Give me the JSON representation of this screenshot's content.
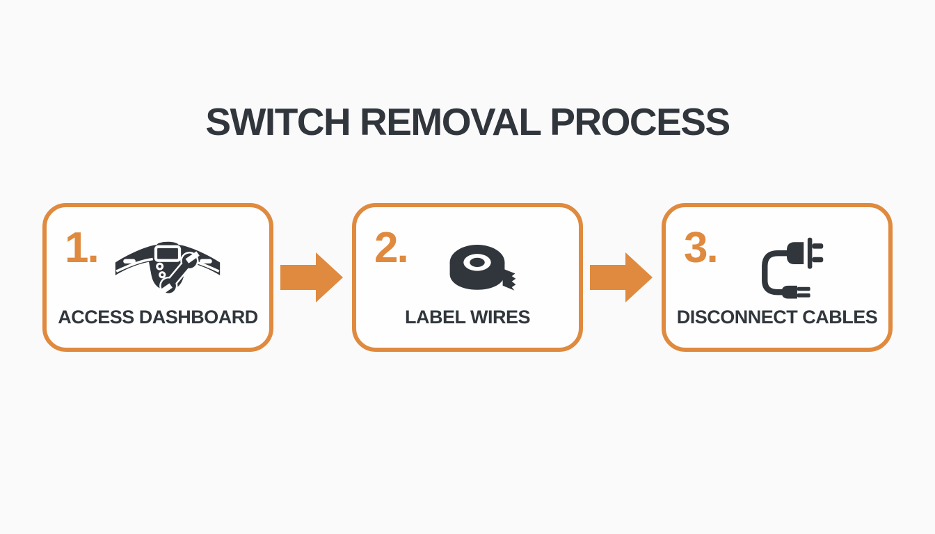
{
  "title": "SWITCH REMOVAL PROCESS",
  "colors": {
    "accent": "#DF8A3E",
    "dark": "#31363C",
    "page_bg": "#FAFAFB",
    "box_bg": "#FEFEFE"
  },
  "steps": [
    {
      "number": "1.",
      "label": "ACCESS DASHBOARD",
      "icon": "dashboard-wrench-icon"
    },
    {
      "number": "2.",
      "label": "LABEL WIRES",
      "icon": "tape-roll-icon"
    },
    {
      "number": "3.",
      "label": "DISCONNECT CABLES",
      "icon": "unplugged-cable-icon"
    }
  ],
  "connector": "right-arrow"
}
